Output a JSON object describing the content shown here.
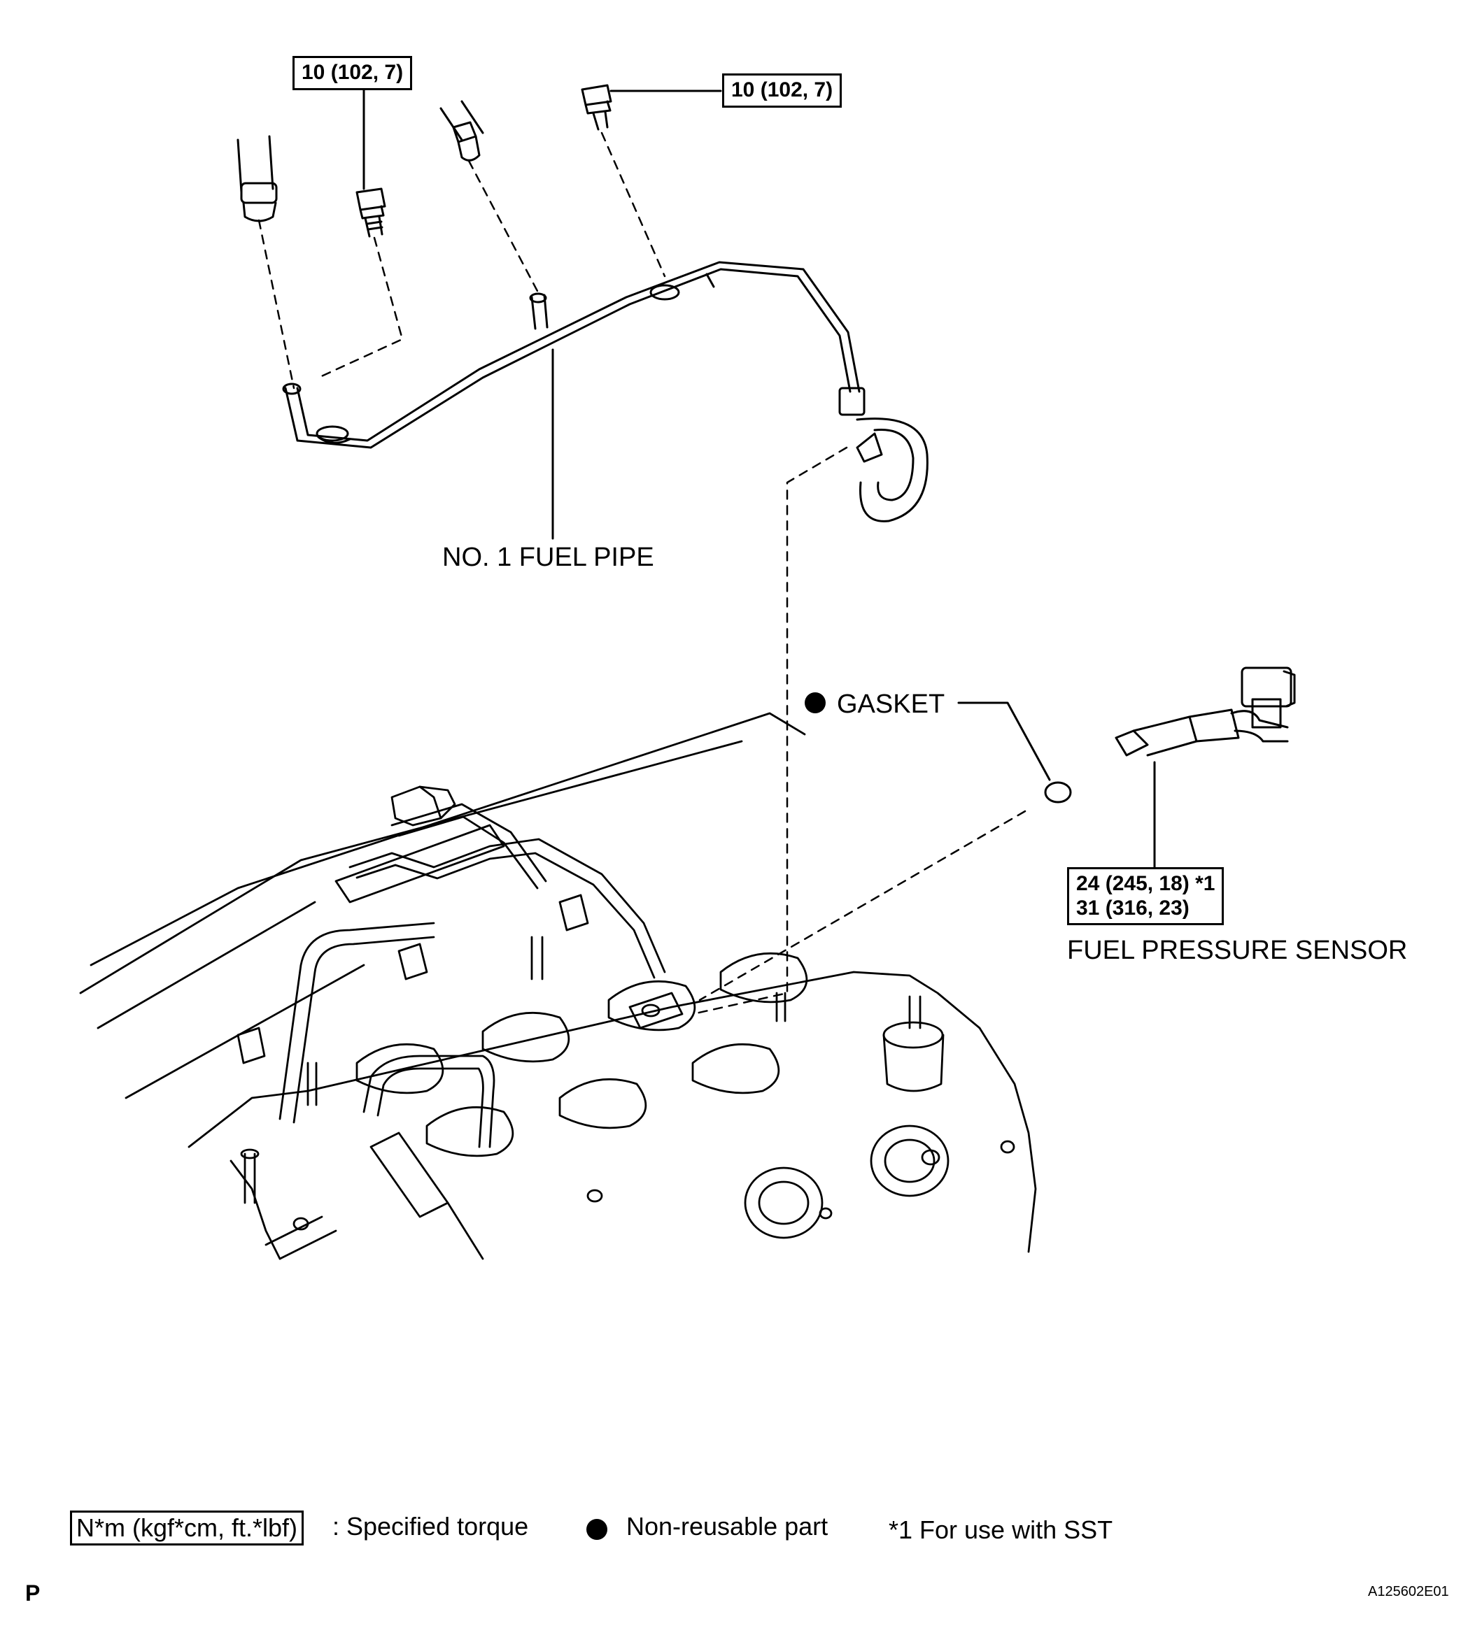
{
  "torque_specs": {
    "bolt_left": "10 (102, 7)",
    "bolt_right": "10 (102, 7)",
    "sensor_line1": "24 (245, 18) *1",
    "sensor_line2": "31 (316, 23)"
  },
  "labels": {
    "fuel_pipe": "NO. 1 FUEL PIPE",
    "gasket": "GASKET",
    "fuel_pressure_sensor": "FUEL PRESSURE SENSOR"
  },
  "legend": {
    "torque_unit": "N*m (kgf*cm, ft.*lbf)",
    "torque_desc": ": Specified torque",
    "non_reusable": "Non-reusable part",
    "sst_note": "*1 For use with SST"
  },
  "corner": {
    "left": "P",
    "right": "A125602E01"
  },
  "colors": {
    "ink": "#000000",
    "paper": "#ffffff"
  }
}
